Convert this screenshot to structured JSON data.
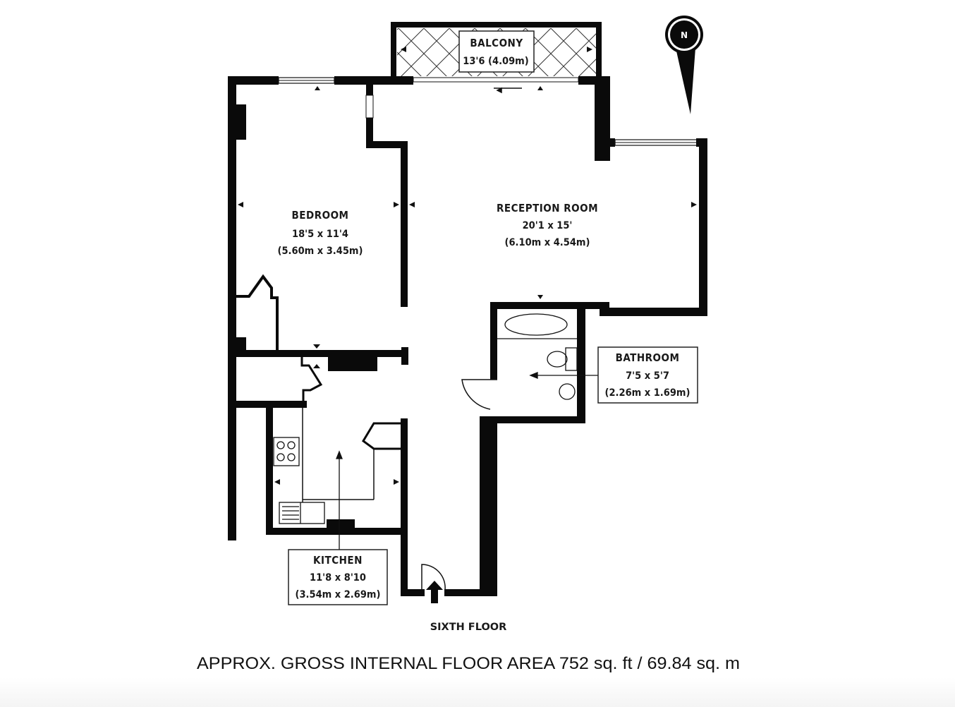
{
  "plan": {
    "floor_label": "SIXTH FLOOR",
    "area_text": "APPROX. GROSS INTERNAL FLOOR AREA 752 sq. ft / 69.84 sq. m",
    "compass_icon": "north-arrow-icon",
    "entrance_icon": "entrance-arrow-icon"
  },
  "rooms": {
    "balcony": {
      "name": "BALCONY",
      "dim_imperial": "13'6 (4.09m)"
    },
    "bedroom": {
      "name": "BEDROOM",
      "dim_imperial": "18'5 x 11'4",
      "dim_metric": "(5.60m x 3.45m)"
    },
    "reception": {
      "name": "RECEPTION ROOM",
      "dim_imperial": "20'1 x 15'",
      "dim_metric": "(6.10m x 4.54m)"
    },
    "bathroom": {
      "name": "BATHROOM",
      "dim_imperial": "7'5 x 5'7",
      "dim_metric": "(2.26m x 1.69m)"
    },
    "kitchen": {
      "name": "KITCHEN",
      "dim_imperial": "11'8 x 8'10",
      "dim_metric": "(3.54m x 2.69m)"
    }
  },
  "colors": {
    "wall": "#0a0a0a",
    "background": "#ffffff"
  }
}
